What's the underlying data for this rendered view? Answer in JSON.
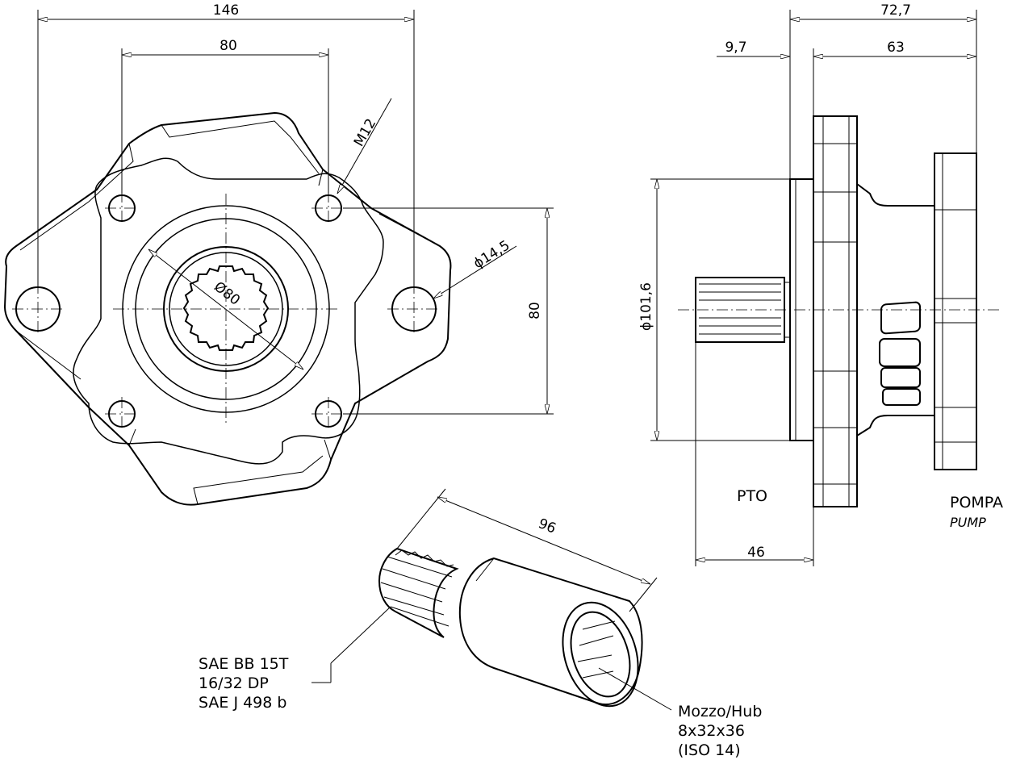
{
  "dimensions": {
    "width_146": "146",
    "width_80": "80",
    "thread": "M12",
    "hole_dia": "ϕ14,5",
    "bore_dia": "Ø80",
    "height_80": "80",
    "len_72_7": "72,7",
    "len_9_7": "9,7",
    "len_63": "63",
    "pilot_dia": "ϕ101,6",
    "len_46": "46",
    "len_96": "96"
  },
  "labels": {
    "pto": "PTO",
    "pompa": "POMPA",
    "pump": "PUMP",
    "sae_line1": "SAE BB 15T",
    "sae_line2": "16/32 DP",
    "sae_line3": "SAE J 498 b",
    "hub_line1": "Mozzo/Hub",
    "hub_line2": "8x32x36",
    "hub_line3": "(ISO 14)"
  }
}
